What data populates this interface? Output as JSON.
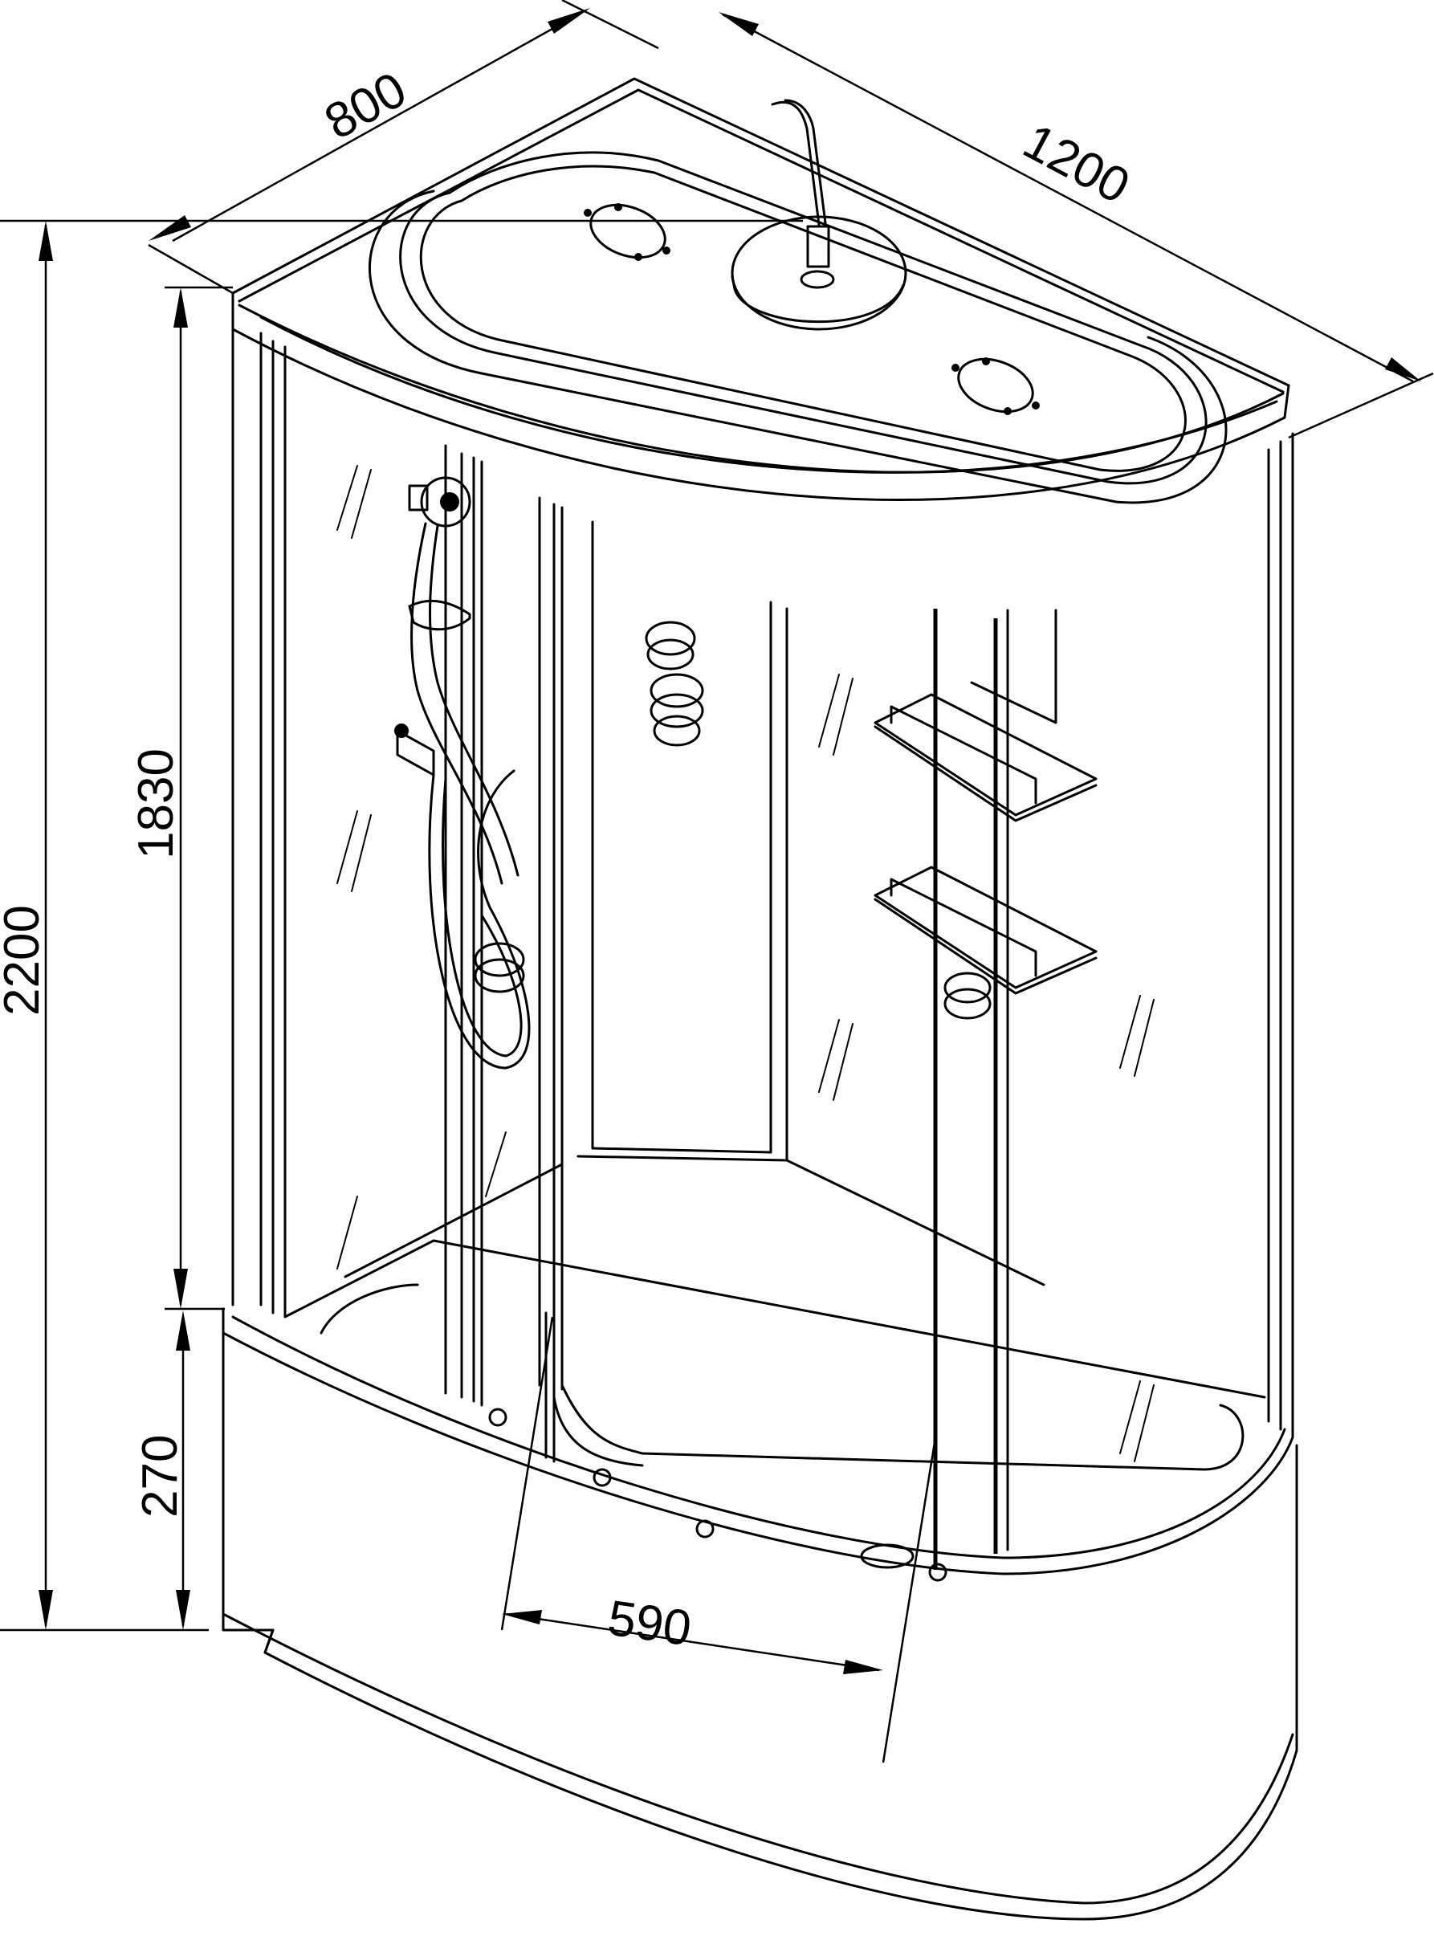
{
  "diagram": {
    "subject": "Quarter-round shower cabin, isometric line drawing",
    "colors": {
      "line": "#000000",
      "background": "#ffffff"
    },
    "dimensions": {
      "depth": "800",
      "width": "1200",
      "total_height": "2200",
      "glass_height": "1830",
      "tray_height": "270",
      "door_width": "590"
    },
    "components": [
      "roof-panel",
      "rain-shower-head",
      "roof-vents",
      "hand-shower",
      "shower-hose",
      "mixer-valve",
      "back-wall-jets",
      "side-wall-jets",
      "glass-shelves",
      "sliding-doors",
      "shower-tray",
      "tray-apron",
      "drain"
    ]
  }
}
